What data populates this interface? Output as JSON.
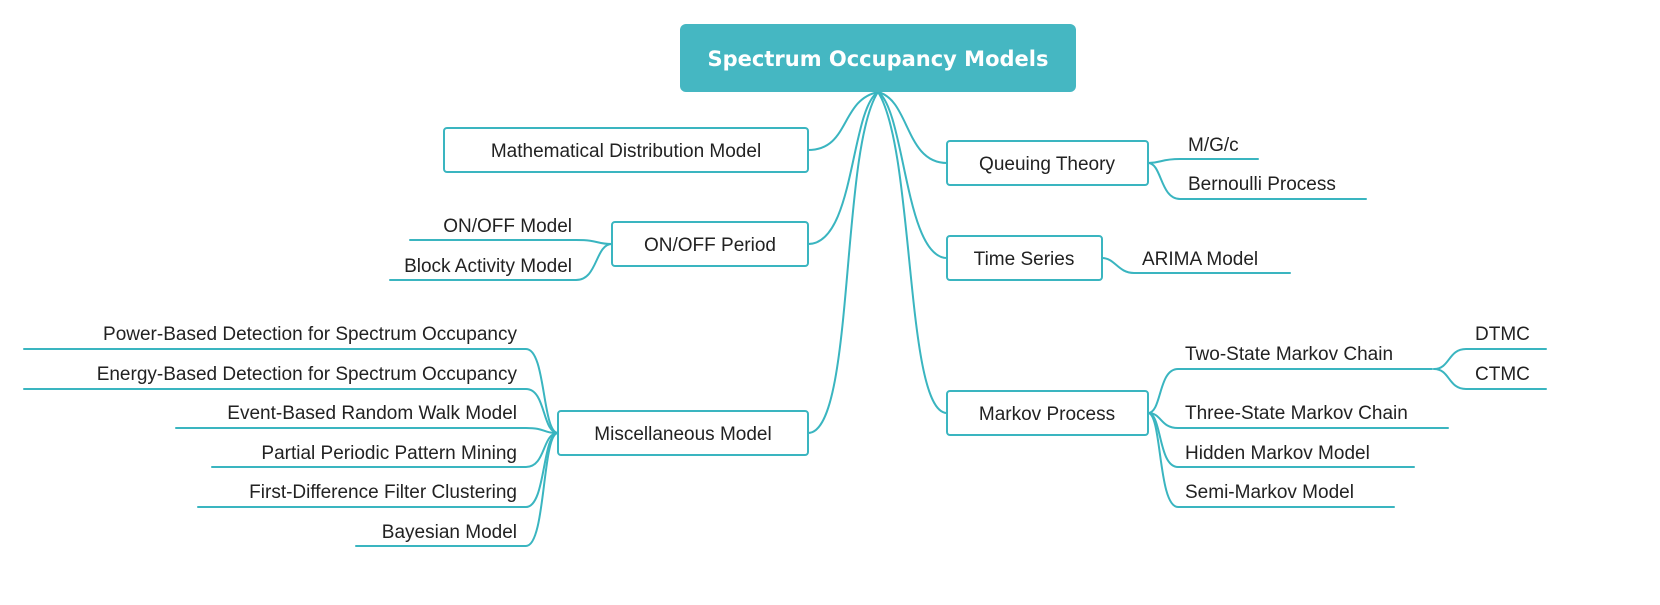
{
  "colors": {
    "accent": "#3ab5c0",
    "root_fill": "#45b7c2",
    "root_text": "#ffffff",
    "text": "#222222",
    "background": "#ffffff"
  },
  "root": {
    "label": "Spectrum Occupancy Models"
  },
  "branches": {
    "mathematical": {
      "label": "Mathematical Distribution Model"
    },
    "onoff": {
      "label": "ON/OFF Period",
      "children": [
        "ON/OFF Model",
        "Block Activity Model"
      ]
    },
    "misc": {
      "label": "Miscellaneous Model",
      "children": [
        "Power-Based Detection for Spectrum Occupancy",
        "Energy-Based Detection for Spectrum Occupancy",
        "Event-Based Random Walk Model",
        "Partial Periodic Pattern Mining",
        "First-Difference Filter Clustering",
        "Bayesian Model"
      ]
    },
    "queuing": {
      "label": "Queuing Theory",
      "children": [
        "M/G/c",
        "Bernoulli Process"
      ]
    },
    "timeseries": {
      "label": "Time Series",
      "children": [
        "ARIMA Model"
      ]
    },
    "markov": {
      "label": "Markov Process",
      "children": [
        "Two-State Markov Chain",
        "Three-State Markov Chain",
        "Hidden Markov Model",
        "Semi-Markov Model"
      ],
      "two_state_children": [
        "DTMC",
        "CTMC"
      ]
    }
  }
}
